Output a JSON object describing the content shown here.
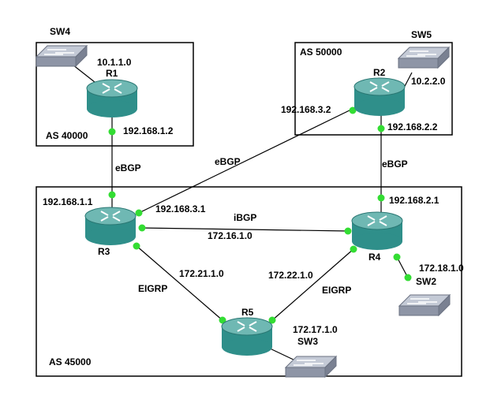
{
  "colors": {
    "router_body": "#2f8f8a",
    "router_top": "#6fb8b3",
    "switch_body": "#8e95a6",
    "switch_top": "#c4cad6",
    "link_dot": "#33dd33",
    "link_line": "#000000"
  },
  "areas": {
    "as40000": "AS 40000",
    "as50000": "AS 50000",
    "as45000": "AS 45000"
  },
  "devices": {
    "r1": "R1",
    "r2": "R2",
    "r3": "R3",
    "r4": "R4",
    "r5": "R5",
    "sw2": "SW2",
    "sw3": "SW3",
    "sw4": "SW4",
    "sw5": "SW5"
  },
  "networks": {
    "net_10_1": "10.1.1.0",
    "net_10_2": "10.2.2.0",
    "net_172_16": "172.16.1.0",
    "net_172_21": "172.21.1.0",
    "net_172_22": "172.22.1.0",
    "net_172_17": "172.17.1.0",
    "net_172_18": "172.18.1.0"
  },
  "interfaces": {
    "r1_ip": "192.168.1.2",
    "r3_ip_r1": "192.168.1.1",
    "r3_ip_r2": "192.168.3.1",
    "r2_ip_r3": "192.168.3.2",
    "r2_ip_r4": "192.168.2.2",
    "r4_ip_r2": "192.168.2.1"
  },
  "protocols": {
    "r1_r3": "eBGP",
    "r2_r3": "eBGP",
    "r2_r4": "eBGP",
    "r3_r4": "iBGP",
    "r3_r5": "EIGRP",
    "r4_r5": "EIGRP"
  }
}
